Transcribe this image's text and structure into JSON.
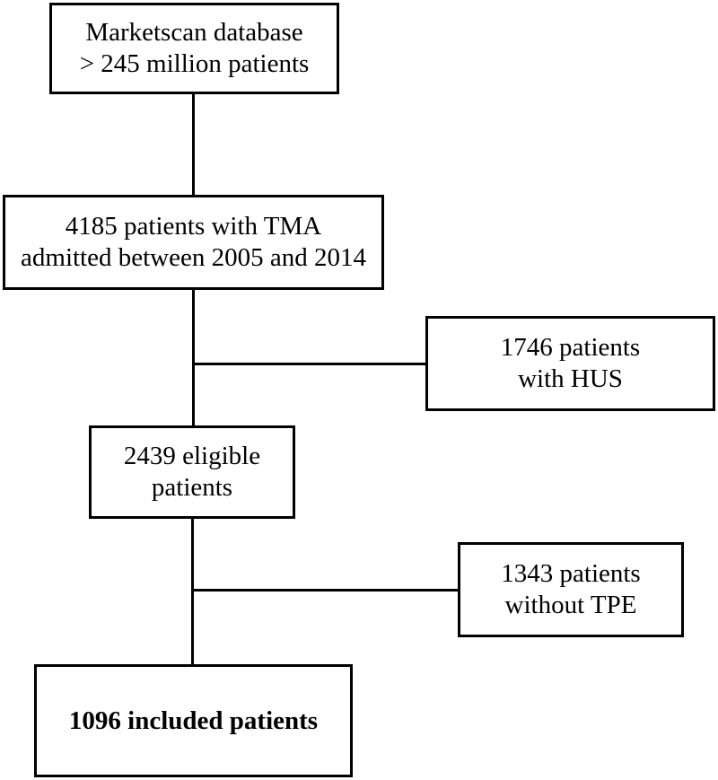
{
  "flowchart": {
    "source_box": "Marketscan database\n> 245 million  patients",
    "tma_box": "4185 patients with TMA\nadmitted between 2005 and 2014",
    "hus_box": "1746 patients\nwith HUS",
    "eligible_box": "2439 eligible\npatients",
    "no_tpe_box": "1343 patients\nwithout TPE",
    "included_box": "1096 included patients"
  }
}
